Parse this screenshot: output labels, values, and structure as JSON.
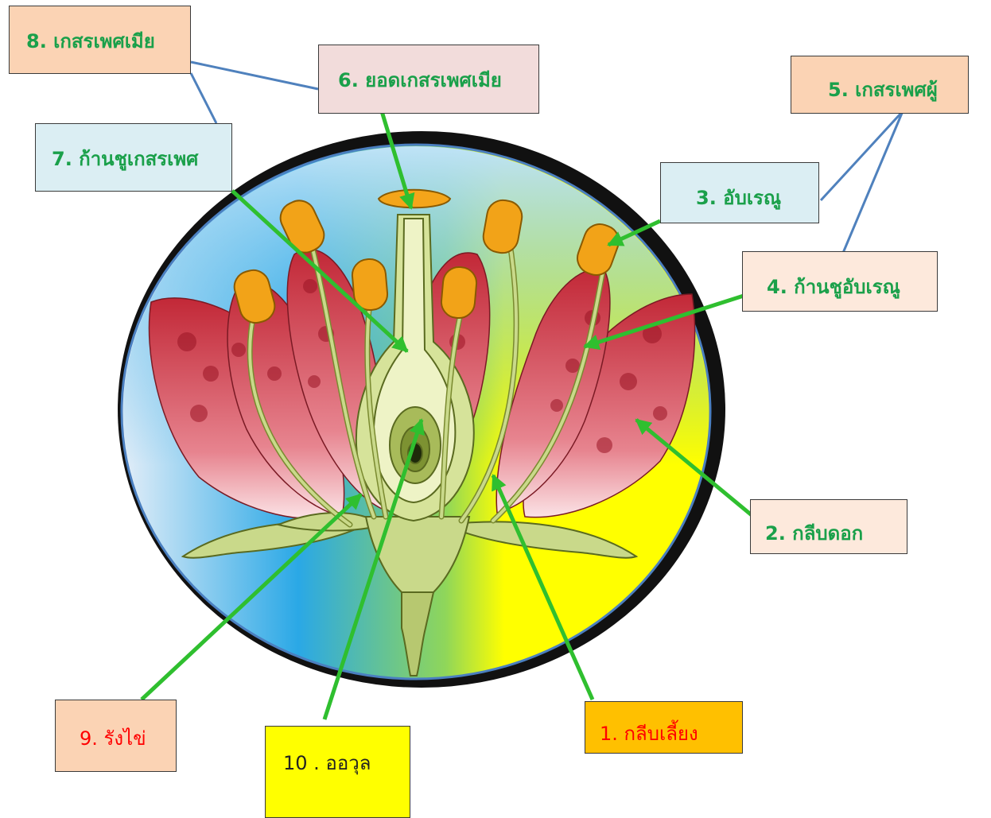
{
  "labels": {
    "l1": "1. กลีบเลี้ยง",
    "l2": "2. กลีบดอก",
    "l3": "3. อับเรณู",
    "l4": "4. ก้านชูอับเรณู",
    "l5": "5. เกสรเพศผู้",
    "l6": "6. ยอดเกสรเพศเมีย",
    "l7": "7. ก้านชูเกสรเพศ",
    "l8": "8. เกสรเพศเมีย",
    "l9": "9. รังไข่",
    "l10": "10 . ออวุล"
  },
  "colors": {
    "arrow": "#2fbf2f",
    "connector": "#4f81bd",
    "petal": "#c8323e",
    "stem": "#c9d98a"
  }
}
